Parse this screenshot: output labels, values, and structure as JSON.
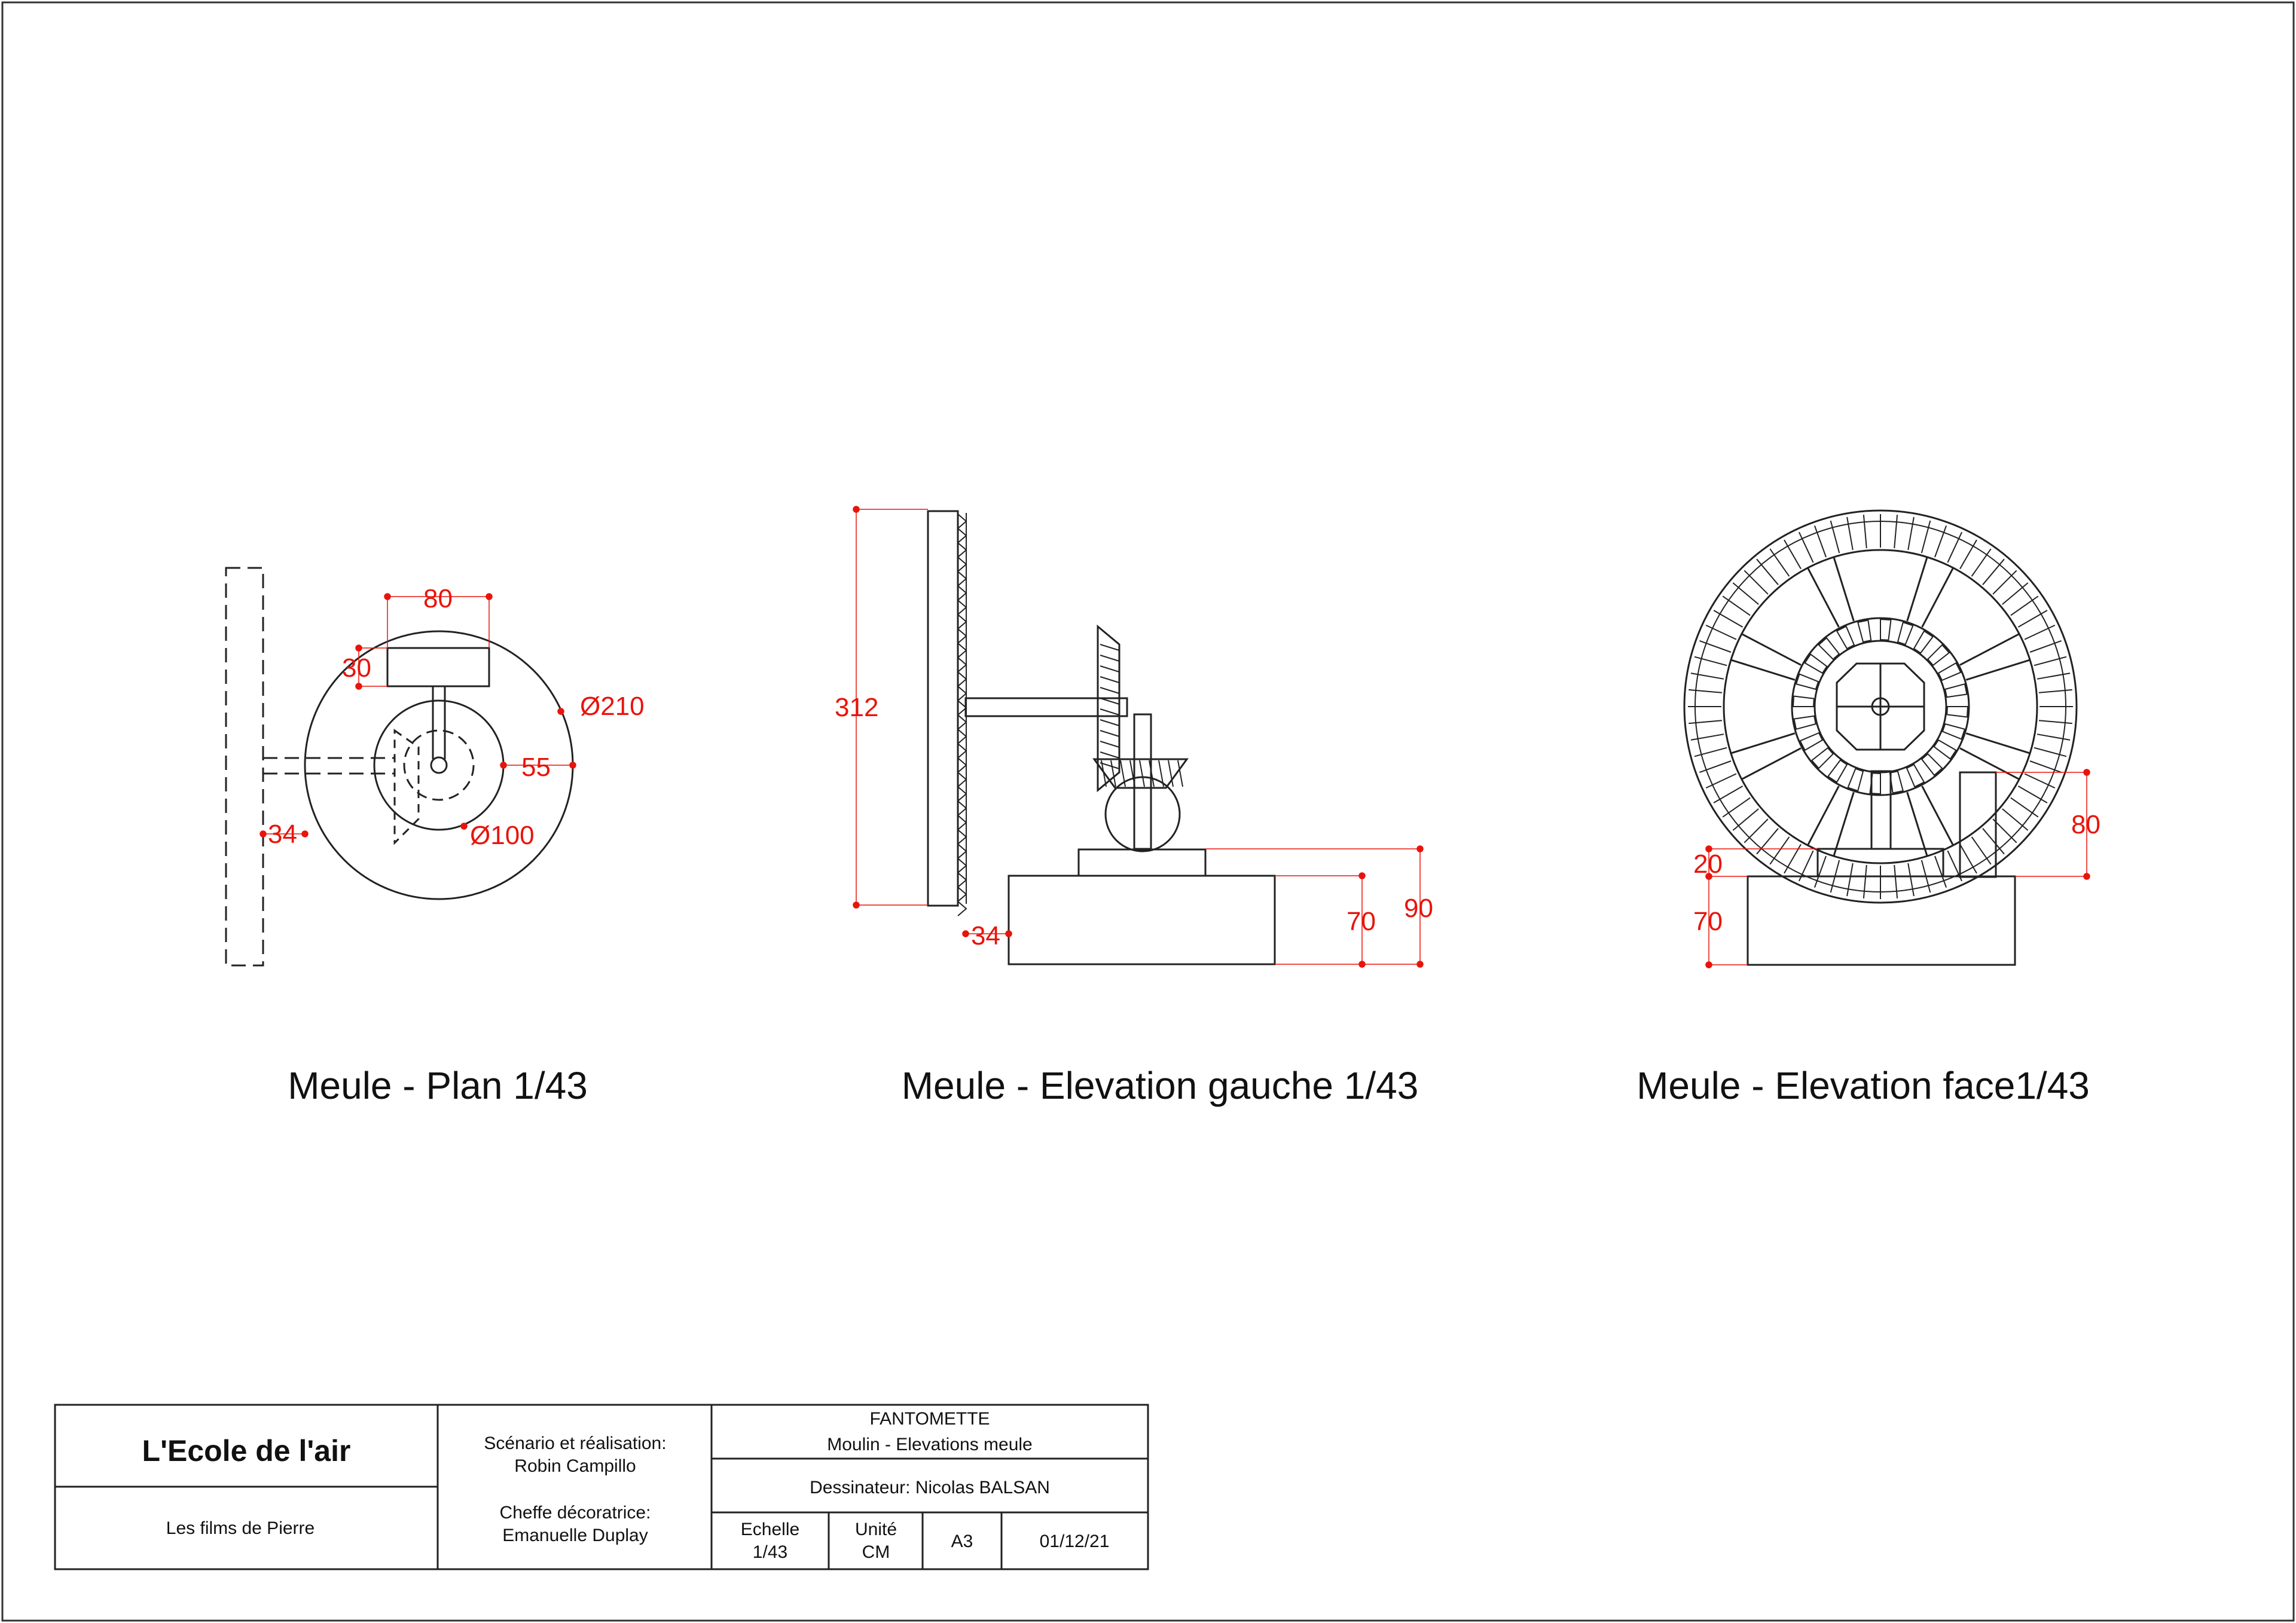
{
  "colors": {
    "dimension": "#e8140c",
    "line": "#222222",
    "background": "#ffffff"
  },
  "views": {
    "plan": {
      "title": "Meule - Plan 1/43",
      "dims": {
        "d80": "80",
        "d30": "30",
        "d210": "Ø210",
        "d55": "55",
        "d34": "34",
        "d100": "Ø100"
      }
    },
    "left": {
      "title": "Meule - Elevation gauche 1/43",
      "dims": {
        "d312": "312",
        "d34": "34",
        "d70": "70",
        "d90": "90"
      }
    },
    "face": {
      "title": "Meule - Elevation face1/43",
      "dims": {
        "d80": "80",
        "d20": "20",
        "d70": "70"
      }
    }
  },
  "titleblock": {
    "company": "L'Ecole de l'air",
    "producer": "Les films de Pierre",
    "scenario_label": "Scénario et réalisation:",
    "scenario_name": "Robin Campillo",
    "decor_label": "Cheffe décoratrice:",
    "decor_name": "Emanuelle Duplay",
    "project": "FANTOMETTE",
    "subject": "Moulin - Elevations meule",
    "drafter": "Dessinateur: Nicolas BALSAN",
    "scale_label": "Echelle",
    "scale_value": "1/43",
    "unit_label": "Unité",
    "unit_value": "CM",
    "format": "A3",
    "date": "01/12/21"
  }
}
